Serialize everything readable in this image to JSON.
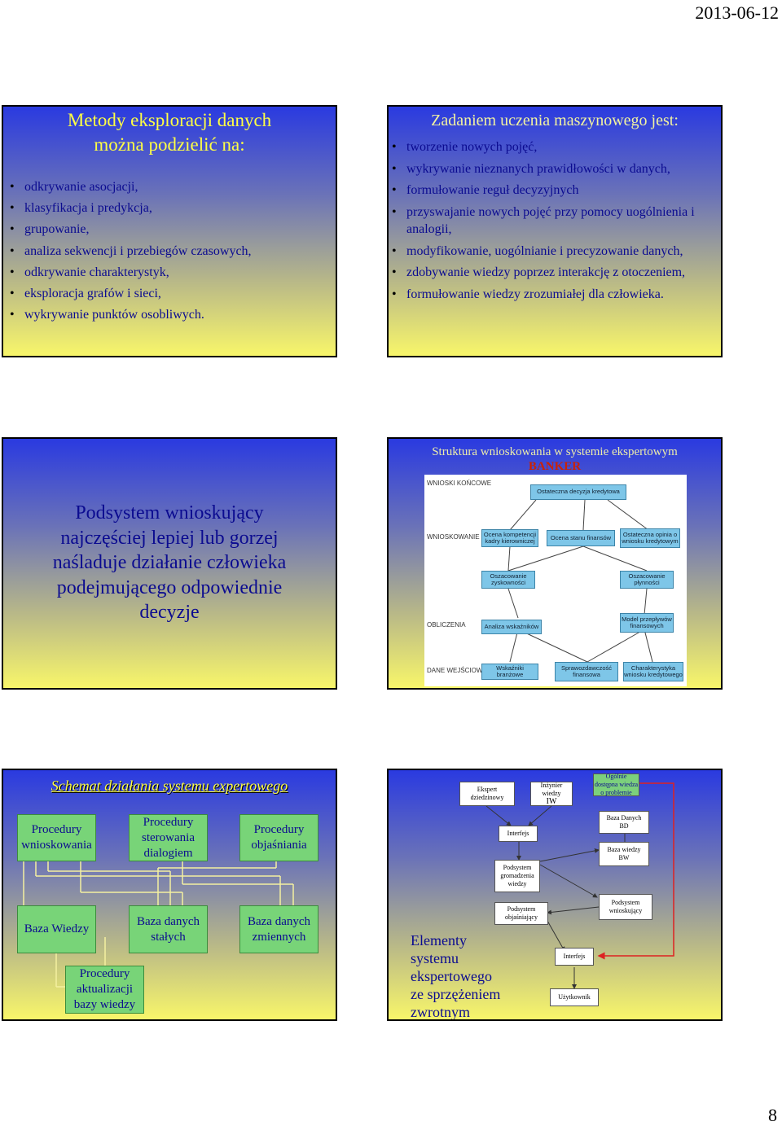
{
  "header": {
    "date": "2013-06-12"
  },
  "footer": {
    "page_number": "8"
  },
  "slide1": {
    "title_line1": "Metody eksploracji danych",
    "title_line2": "można podzielić na:",
    "items": [
      "odkrywanie asocjacji,",
      "klasyfikacja i predykcja,",
      "grupowanie,",
      "analiza sekwencji i przebiegów czasowych,",
      "odkrywanie charakterystyk,",
      "eksploracja grafów i sieci,",
      "wykrywanie punktów osobliwych."
    ]
  },
  "slide2": {
    "title": "Zadaniem uczenia maszynowego jest:",
    "items": [
      "tworzenie nowych pojęć,",
      "wykrywanie nieznanych prawidłowości w danych,",
      "formułowanie reguł decyzyjnych",
      "przyswajanie nowych pojęć przy pomocy uogólnienia i analogii,",
      "modyfikowanie, uogólnianie i precyzowanie danych,",
      "zdobywanie wiedzy poprzez interakcję z otoczeniem,",
      "formułowanie wiedzy zrozumiałej dla człowieka."
    ]
  },
  "slide3": {
    "lines": [
      "Podsystem wnioskujący",
      "najczęściej lepiej lub gorzej",
      "naśladuje działanie człowieka",
      "podejmującego odpowiednie",
      "decyzje"
    ]
  },
  "slide4": {
    "title": "Struktura wnioskowania w systemie ekspertowym",
    "subtitle": "BANKER",
    "levels": [
      "WNIOSKI KOŃCOWE",
      "WNIOSKOWANIE",
      "OBLICZENIA",
      "DANE WEJŚCIOWE"
    ],
    "nodes": [
      "Ostateczna decyzja kredytowa",
      "Ocena kompetencji kadry kierowniczej",
      "Ocena stanu finansów",
      "Ostateczna opinia o wniosku kredytowym",
      "Oszacowanie zyskowności",
      "Oszacowanie płynności",
      "Analiza wskaźników",
      "Model przepływów finansowych",
      "Wskaźniki branżowe",
      "Sprawozdawczość finansowa",
      "Charakterystyka wniosku kredytowego"
    ]
  },
  "slide5": {
    "title": "Schemat działania systemu expertowego",
    "boxes": {
      "proc_wnioskowania": "Procedury wnioskowania",
      "proc_sterowania": "Procedury sterowania dialogiem",
      "proc_objasniania": "Procedury objaśniania",
      "baza_wiedzy": "Baza Wiedzy",
      "baza_stalych": "Baza danych stałych",
      "baza_zmiennych": "Baza danych zmiennych",
      "proc_aktualizacji": "Procedury aktualizacji bazy wiedzy"
    }
  },
  "slide6": {
    "caption": [
      "Elementy",
      "systemu",
      "ekspertowego",
      "ze sprzężeniem",
      "zwrotnym"
    ],
    "nodes": {
      "ekspert": "Ekspert dziedzinowy",
      "inzynier": "Inżynier wiedzy",
      "inzynier_abbr": "IW",
      "ogolnie": "Ogólnie dostępna wiedza o problemie",
      "interfejs_top": "Interfejs",
      "baza_danych": "Baza Danych",
      "baza_danych_abbr": "BD",
      "baza_wiedzy": "Baza wiedzy",
      "baza_wiedzy_abbr": "BW",
      "gromadzenia": "Podsystem gromadzenia wiedzy",
      "objasniajacy": "Podsystem objaśniający",
      "wnioskujacy": "Podsystem wnioskujący",
      "interfejs_bottom": "Interfejs",
      "uzytkownik": "Użytkownik"
    }
  }
}
